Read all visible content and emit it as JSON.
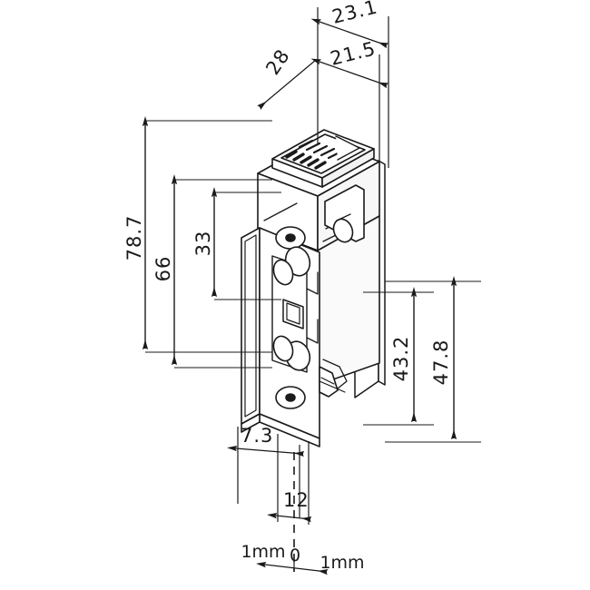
{
  "drawing": {
    "title": "Electric door strike dimensional drawing",
    "background_color": "#ffffff",
    "line_color": "#1a1a1a",
    "units": "mm",
    "projection": "isometric"
  },
  "dimensions": {
    "width_total": "23.1",
    "width_inner": "21.5",
    "depth": "28",
    "height_total": "78.7",
    "height_body": "66",
    "height_upper": "33",
    "height_right_inner": "43.2",
    "height_right_outer": "47.8",
    "offset_left": "7.3",
    "keeper_width": "12"
  },
  "scale_bar": {
    "left_label": "1mm",
    "center_label": "0",
    "right_label": "1mm"
  },
  "callouts": [
    {
      "id": "d-23-1",
      "value": "23.1"
    },
    {
      "id": "d-21-5",
      "value": "21.5"
    },
    {
      "id": "d-28",
      "value": "28"
    },
    {
      "id": "d-78-7",
      "value": "78.7"
    },
    {
      "id": "d-66",
      "value": "66"
    },
    {
      "id": "d-33",
      "value": "33"
    },
    {
      "id": "d-43-2",
      "value": "43.2"
    },
    {
      "id": "d-47-8",
      "value": "47.8"
    },
    {
      "id": "d-7-3",
      "value": "7.3"
    },
    {
      "id": "d-12",
      "value": "12"
    }
  ]
}
